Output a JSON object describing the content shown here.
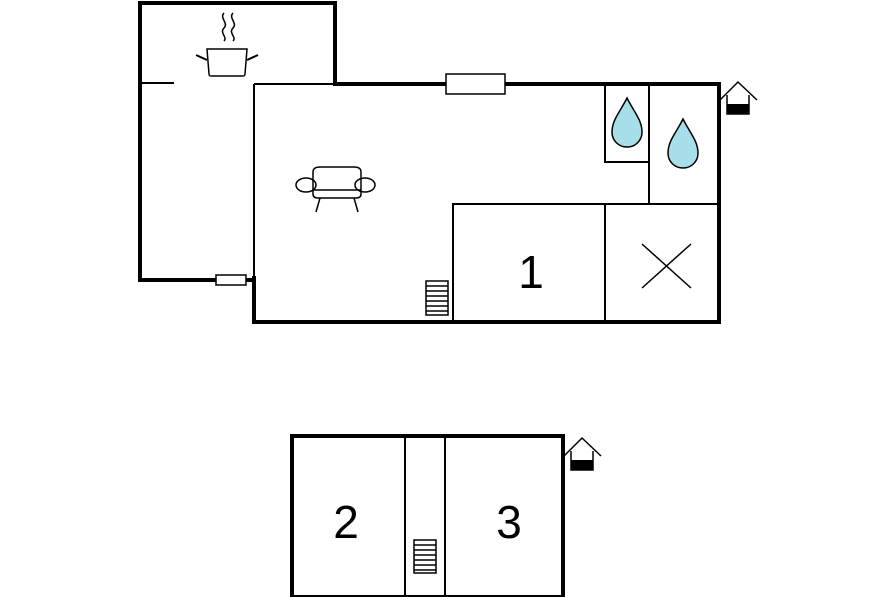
{
  "floors": [
    {
      "rooms": [
        {
          "label": "1"
        }
      ]
    },
    {
      "rooms": [
        {
          "label": "2"
        },
        {
          "label": "3"
        }
      ]
    }
  ],
  "icons": {
    "kitchen": "cooking-pot-icon",
    "living": "sofa-icon",
    "bathroom": "water-drop-icon",
    "storage": "cross-mark-icon",
    "stairs": "staircase-icon",
    "entrance": "house-entrance-icon"
  },
  "colors": {
    "walls": "#000000",
    "water": "#a6dfe9",
    "background": "#ffffff"
  }
}
